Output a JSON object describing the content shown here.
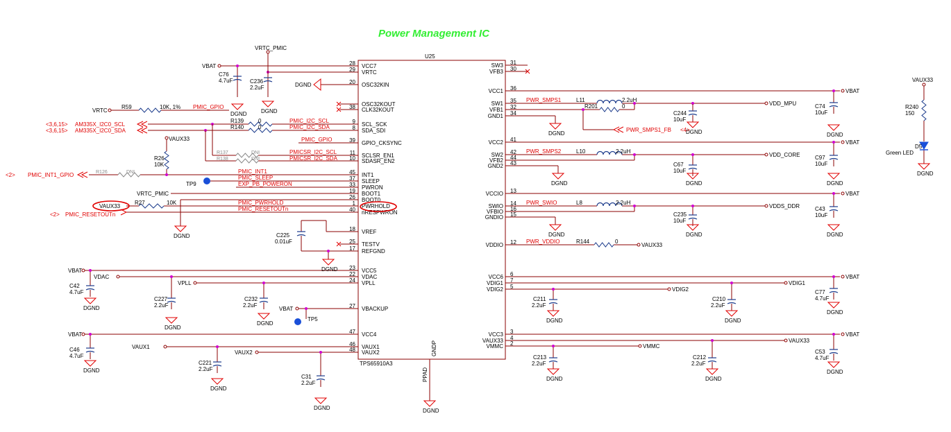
{
  "title": "Power Management IC",
  "ic": {
    "ref": "U25",
    "part": "TPS65910A3",
    "pins_left": [
      {
        "num": "28",
        "name": "VCC7"
      },
      {
        "num": "29",
        "name": "VRTC"
      },
      {
        "num": "20",
        "name": "OSC32KIN"
      },
      {
        "num": "",
        "name": "OSC32KOUT"
      },
      {
        "num": "38",
        "name": "CLK32KOUT"
      },
      {
        "num": "9",
        "name": "SCL_SCK"
      },
      {
        "num": "8",
        "name": "SDA_SDI"
      },
      {
        "num": "39",
        "name": "GPIO_CKSYNC"
      },
      {
        "num": "11",
        "name": "SCLSR_EN1"
      },
      {
        "num": "10",
        "name": "SDASR_EN2"
      },
      {
        "num": "45",
        "name": "INT1"
      },
      {
        "num": "37",
        "name": "SLEEP"
      },
      {
        "num": "33",
        "name": "PWRON"
      },
      {
        "num": "19",
        "name": "BOOT1"
      },
      {
        "num": "26",
        "name": "BOOT0"
      },
      {
        "num": "1",
        "name": "PWRHOLD"
      },
      {
        "num": "40",
        "name": "nRESPWRON"
      },
      {
        "num": "18",
        "name": "VREF"
      },
      {
        "num": "25",
        "name": "TESTV"
      },
      {
        "num": "17",
        "name": "REFGND"
      },
      {
        "num": "23",
        "name": "VCC5"
      },
      {
        "num": "22",
        "name": "VDAC"
      },
      {
        "num": "24",
        "name": "VPLL"
      },
      {
        "num": "27",
        "name": "VBACKUP"
      },
      {
        "num": "47",
        "name": "VCC4"
      },
      {
        "num": "46",
        "name": "VAUX1"
      },
      {
        "num": "48",
        "name": "VAUX2"
      }
    ],
    "pins_right": [
      {
        "num": "31",
        "name": "SW3"
      },
      {
        "num": "30",
        "name": "VFB3"
      },
      {
        "num": "36",
        "name": "VCC1"
      },
      {
        "num": "35",
        "name": "SW1"
      },
      {
        "num": "32",
        "name": "VFB1"
      },
      {
        "num": "34",
        "name": "GND1"
      },
      {
        "num": "41",
        "name": "VCC2"
      },
      {
        "num": "42",
        "name": "SW2"
      },
      {
        "num": "44",
        "name": "VFB2"
      },
      {
        "num": "43",
        "name": "GND2"
      },
      {
        "num": "13",
        "name": "VCCIO"
      },
      {
        "num": "14",
        "name": "SWIO"
      },
      {
        "num": "16",
        "name": "VFBIO"
      },
      {
        "num": "15",
        "name": "GNDIO"
      },
      {
        "num": "12",
        "name": "VDDIO"
      },
      {
        "num": "6",
        "name": "VCC6"
      },
      {
        "num": "7",
        "name": "VDIG1"
      },
      {
        "num": "5",
        "name": "VDIG2"
      },
      {
        "num": "3",
        "name": "VCC3"
      },
      {
        "num": "4",
        "name": "VAUX33"
      },
      {
        "num": "2",
        "name": "VMMC"
      }
    ],
    "bottom_pin": {
      "name": "GNDP",
      "label": "PPAD"
    }
  },
  "nets": {
    "vbat": "VBAT",
    "vrtc_pmic": "VRTC_PMIC",
    "vrtc": "VRTC",
    "dgnd": "DGND",
    "vaux33": "VAUX33",
    "vdac": "VDAC",
    "vpll": "VPLL",
    "vaux1": "VAUX1",
    "vaux2": "VAUX2",
    "vdd_mpu": "VDD_MPU",
    "vdd_core": "VDD_CORE",
    "vdds_ddr": "VDDS_DDR",
    "vdig1": "VDIG1",
    "vdig2": "VDIG2",
    "vmmc": "VMMC"
  },
  "signals": {
    "pmic_gpio": "PMIC_GPIO",
    "pmic_gpio2": "PMIC_GPIO",
    "pmic_i2c_scl": "PMIC_I2C_SCL",
    "pmic_i2c_sda": "PMIC_I2C_SDA",
    "pmicsr_i2c_scl": "PMICSR_I2C_SCL",
    "pmicsr_i2c_sda": "PMICSR_I2C_SDA",
    "pmic_int1": "PMIC_INT1",
    "pmic_sleep": "PMIC_SLEEP",
    "exp_pb_poweron": "EXP_PB_POWERON",
    "pmic_pwrhold": "PMIC_PWRHOLD",
    "pmic_resetoutn": "PMIC_RESETOUTn",
    "pwr_smps1": "PWR_SMPS1",
    "pwr_smps1_fb": "PWR_SMPS1_FB",
    "pwr_smps2": "PWR_SMPS2",
    "pwr_swio": "PWR_SWIO",
    "pwr_vddio": "PWR_VDDIO"
  },
  "offpage": {
    "scl": "AM335X_I2C0_SCL",
    "sda": "AM335X_I2C0_SDA",
    "scl_ref": "<3,6,15>",
    "sda_ref": "<3,6,15>",
    "int1": "PMIC_INT1_GPIO",
    "int1_ref": "<2>",
    "reset": "PMIC_RESETOUTn",
    "reset_ref": "<2>",
    "fb_ref": "<4>"
  },
  "components": {
    "c76": {
      "ref": "C76",
      "val": "4.7uF"
    },
    "c236": {
      "ref": "C236",
      "val": "2.2uF"
    },
    "r59": {
      "ref": "R59",
      "val": "10K, 1%"
    },
    "r139": {
      "ref": "R139",
      "val": "0"
    },
    "r140": {
      "ref": "R140",
      "val": "0"
    },
    "r137": {
      "ref": "R137",
      "val": "DNI"
    },
    "r138": {
      "ref": "R138",
      "val": "DNI"
    },
    "r26": {
      "ref": "R26",
      "val": "10K"
    },
    "r126": {
      "ref": "R126",
      "val": "DNI"
    },
    "r27": {
      "ref": "R27",
      "val": "10K"
    },
    "c225": {
      "ref": "C225",
      "val": "0.01uF"
    },
    "c42": {
      "ref": "C42",
      "val": "4.7uF"
    },
    "c227": {
      "ref": "C227",
      "val": "2.2uF"
    },
    "c232": {
      "ref": "C232",
      "val": "2.2uF"
    },
    "c46": {
      "ref": "C46",
      "val": "4.7uF"
    },
    "c221": {
      "ref": "C221",
      "val": "2.2uF"
    },
    "c31": {
      "ref": "C31",
      "val": "2.2uF"
    },
    "l11": {
      "ref": "L11",
      "val": "2.2uH"
    },
    "r201": {
      "ref": "R201",
      "val": "0"
    },
    "c244": {
      "ref": "C244",
      "val": "10uF"
    },
    "c74": {
      "ref": "C74",
      "val": "10uF"
    },
    "l10": {
      "ref": "L10",
      "val": "2.2uH"
    },
    "c67": {
      "ref": "C67",
      "val": "10uF"
    },
    "c97": {
      "ref": "C97",
      "val": "10uF"
    },
    "l8": {
      "ref": "L8",
      "val": "2.2uH"
    },
    "c235": {
      "ref": "C235",
      "val": "10uF"
    },
    "c43": {
      "ref": "C43",
      "val": "10uF"
    },
    "r144": {
      "ref": "R144",
      "val": "0"
    },
    "c211": {
      "ref": "C211",
      "val": "2.2uF"
    },
    "c210": {
      "ref": "C210",
      "val": "2.2uF"
    },
    "c77": {
      "ref": "C77",
      "val": "4.7uF"
    },
    "c213": {
      "ref": "C213",
      "val": "2.2uF"
    },
    "c212": {
      "ref": "C212",
      "val": "2.2uF"
    },
    "c53": {
      "ref": "C53",
      "val": "4.7uF"
    },
    "r240": {
      "ref": "R240",
      "val": "150"
    },
    "d5": {
      "ref": "D5",
      "val": "Green LED"
    }
  },
  "testpoints": {
    "tp9": "TP9",
    "tp5": "TP5"
  },
  "colors": {
    "wire": "#8b0000",
    "signal": "#e00000",
    "title": "#33ee33",
    "cap": "#1a3a8b",
    "junction": "#d000d0",
    "testpoint": "#1a4fd8",
    "highlight": "#e00000"
  }
}
